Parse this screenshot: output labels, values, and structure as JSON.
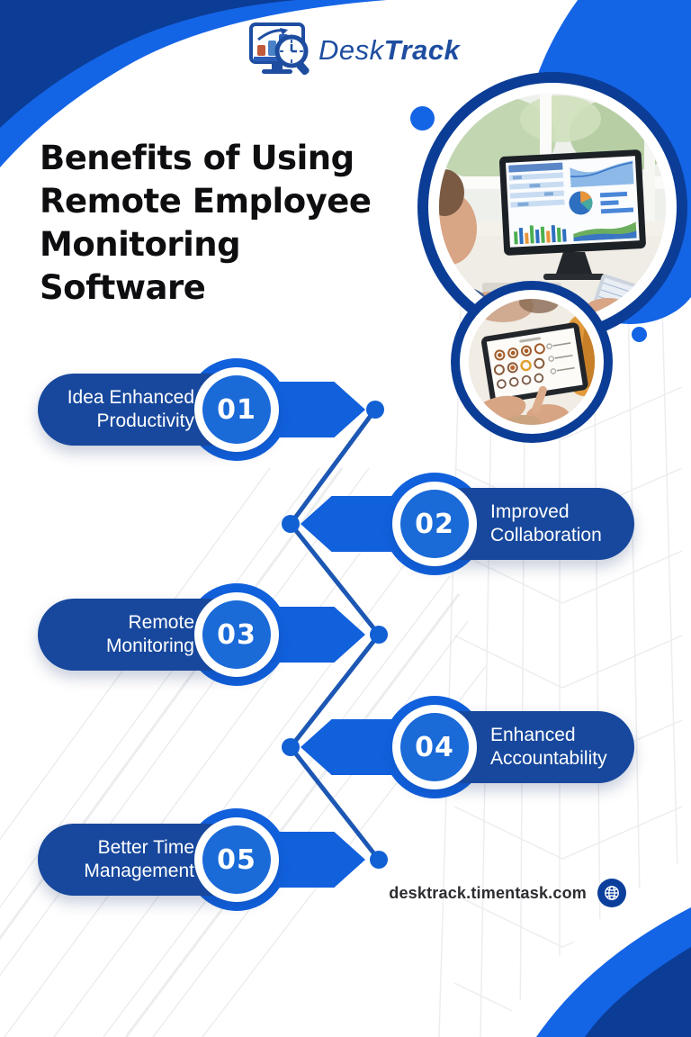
{
  "brand": {
    "name_regular": "Desk",
    "name_bold": "Track",
    "logo_icon": "monitor-chart-magnifier-clock-logo"
  },
  "title": {
    "lines": [
      "Benefits of Using",
      "Remote Employee",
      "Monitoring",
      "Software"
    ]
  },
  "benefits": [
    {
      "number": "01",
      "label": "Idea Enhanced Productivity",
      "side": "left"
    },
    {
      "number": "02",
      "label": "Improved Collaboration",
      "side": "right"
    },
    {
      "number": "03",
      "label": "Remote Monitoring",
      "side": "left"
    },
    {
      "number": "04",
      "label": "Enhanced Accountability",
      "side": "right"
    },
    {
      "number": "05",
      "label": "Better Time Management",
      "side": "left"
    }
  ],
  "footer": {
    "website": "desktrack.timentask.com",
    "globe_icon": "globe-icon"
  },
  "images": {
    "top_circle": "analytics-dashboard-monitor-photo",
    "bottom_circle": "tablet-app-grid-photo"
  },
  "colors": {
    "pill_dark_blue": "#17489d",
    "bright_blue": "#1160dc",
    "inner_circle_blue": "#1a6ad8",
    "corner_navy": "#0b3d96",
    "corner_bright": "#1464e6",
    "connector_line": "#1c57b4",
    "title_text": "#0e0e11",
    "footer_text": "#2c2c31"
  }
}
